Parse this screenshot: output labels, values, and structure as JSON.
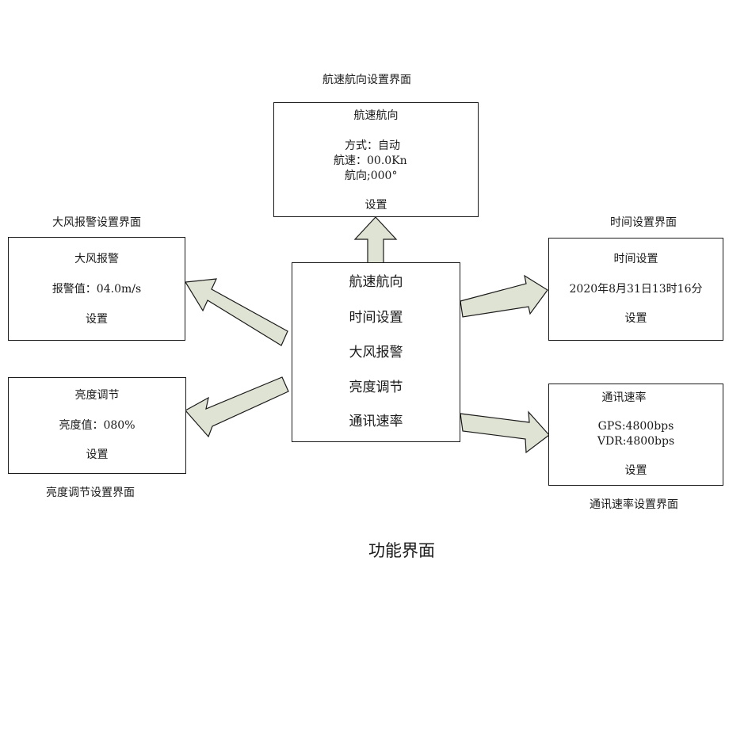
{
  "diagram_title": "功能界面",
  "main_menu": {
    "items": [
      "航速航向",
      "时间设置",
      "大风报警",
      "亮度调节",
      "通讯速率"
    ]
  },
  "speed_heading": {
    "caption": "航速航向设置界面",
    "title": "航速航向",
    "mode": "方式：自动",
    "speed": "航速：00.0Kn",
    "heading": "航向;000°",
    "settings": "设置"
  },
  "time": {
    "caption": "时间设置界面",
    "title": "时间设置",
    "datetime": "2020年8月31日13时16分",
    "settings": "设置"
  },
  "wind_alarm": {
    "caption": "大风报警设置界面",
    "title": "大风报警",
    "value": "报警值：04.0m/s",
    "settings": "设置"
  },
  "brightness": {
    "caption": "亮度调节设置界面",
    "title": "亮度调节",
    "value": "亮度值：080%",
    "settings": "设置"
  },
  "comm_rate": {
    "caption": "通讯速率设置界面",
    "title": "通讯速率",
    "gps": "GPS:4800bps",
    "vdr": "VDR:4800bps",
    "settings": "设置"
  }
}
